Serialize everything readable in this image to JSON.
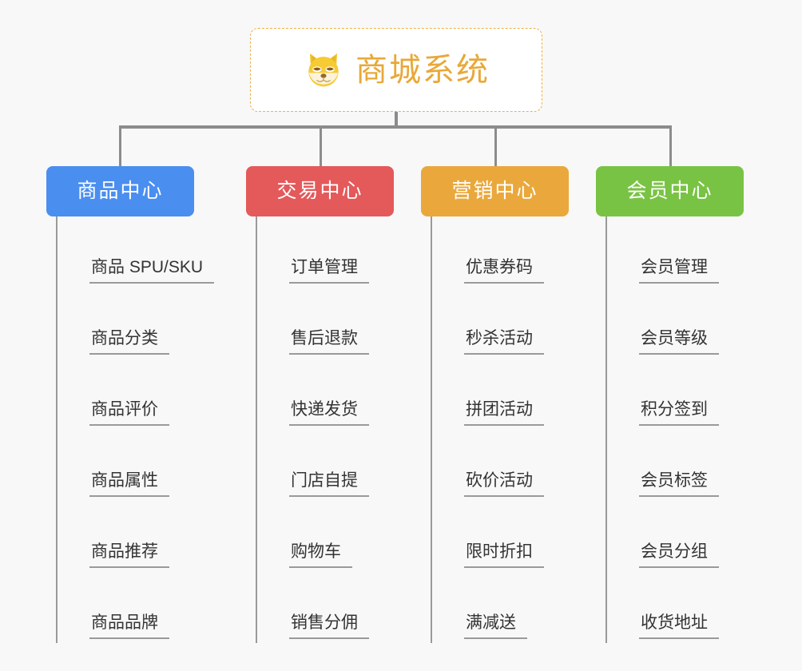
{
  "background_color": "#f8f8f8",
  "root": {
    "icon": "shiba-dog-face-icon",
    "title": "商城系统",
    "border_color": "#edb149",
    "text_color": "#e8a838"
  },
  "connector_color": "#8c8c8c",
  "columns": [
    {
      "id": "product-center",
      "label": "商品中心",
      "color": "#4a8ef0",
      "items": [
        "商品 SPU/SKU",
        "商品分类",
        "商品评价",
        "商品属性",
        "商品推荐",
        "商品品牌"
      ]
    },
    {
      "id": "trade-center",
      "label": "交易中心",
      "color": "#e4595a",
      "items": [
        "订单管理",
        "售后退款",
        "快递发货",
        "门店自提",
        "购物车",
        "销售分佣"
      ]
    },
    {
      "id": "marketing-center",
      "label": "营销中心",
      "color": "#eaa83c",
      "items": [
        "优惠券码",
        "秒杀活动",
        "拼团活动",
        "砍价活动",
        "限时折扣",
        "满减送"
      ]
    },
    {
      "id": "member-center",
      "label": "会员中心",
      "color": "#79c344",
      "items": [
        "会员管理",
        "会员等级",
        "积分签到",
        "会员标签",
        "会员分组",
        "收货地址"
      ]
    }
  ]
}
